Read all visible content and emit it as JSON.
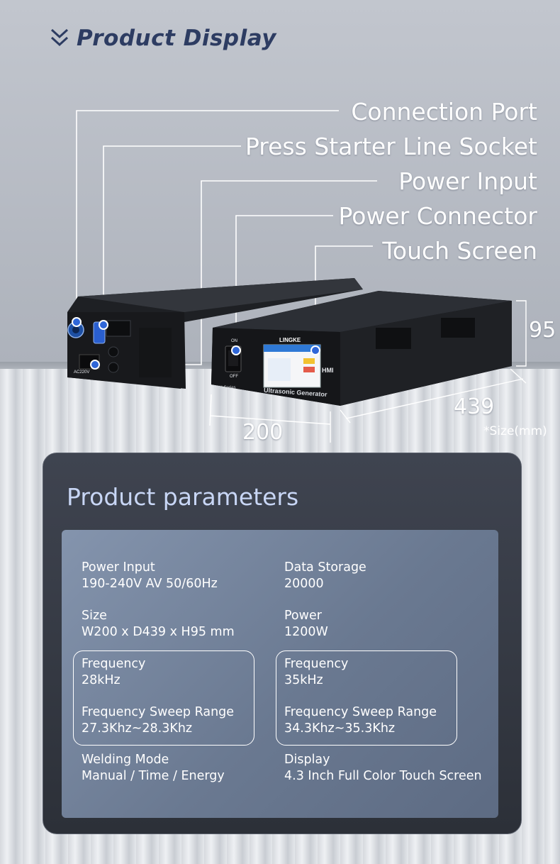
{
  "header": {
    "title": "Product Display"
  },
  "labels": {
    "connection_port": "Connection Port",
    "press_starter": "Press Starter Line Socket",
    "power_input": "Power Input",
    "power_connector": "Power Connector",
    "touch_screen": "Touch Screen"
  },
  "device": {
    "brand": "LINGKE",
    "product_name": "Ultrasonic Generator",
    "hmi": "HMI",
    "series": "LAH-Series",
    "switch_on": "ON",
    "switch_off": "OFF",
    "rear_ac": "AC220V"
  },
  "dimensions": {
    "height": "95",
    "depth": "439",
    "width": "200",
    "note": "*Size(mm)"
  },
  "parameters": {
    "title": "Product parameters",
    "items": [
      {
        "name": "Power Input",
        "value": "190-240V AV 50/60Hz"
      },
      {
        "name": "Data Storage",
        "value": "20000"
      },
      {
        "name": "Size",
        "value": "W200 x D439 x H95 mm"
      },
      {
        "name": "Power",
        "value": "1200W"
      },
      {
        "name": "Frequency",
        "value": "28kHz"
      },
      {
        "name": "Frequency",
        "value": "35kHz"
      },
      {
        "name": "Frequency Sweep Range",
        "value": "27.3Khz~28.3Khz"
      },
      {
        "name": "Frequency Sweep Range",
        "value": "34.3Khz~35.3Khz"
      },
      {
        "name": "Welding Mode",
        "value": "Manual / Time / Energy"
      },
      {
        "name": "Display",
        "value": "4.3 Inch Full Color Touch Screen"
      }
    ]
  },
  "colors": {
    "title": "#2d3c62",
    "callout_dot": "#2f66d8",
    "panel": "#2c3038",
    "panel_title": "#c8d6f5",
    "inner_panel": "#6a7991"
  }
}
